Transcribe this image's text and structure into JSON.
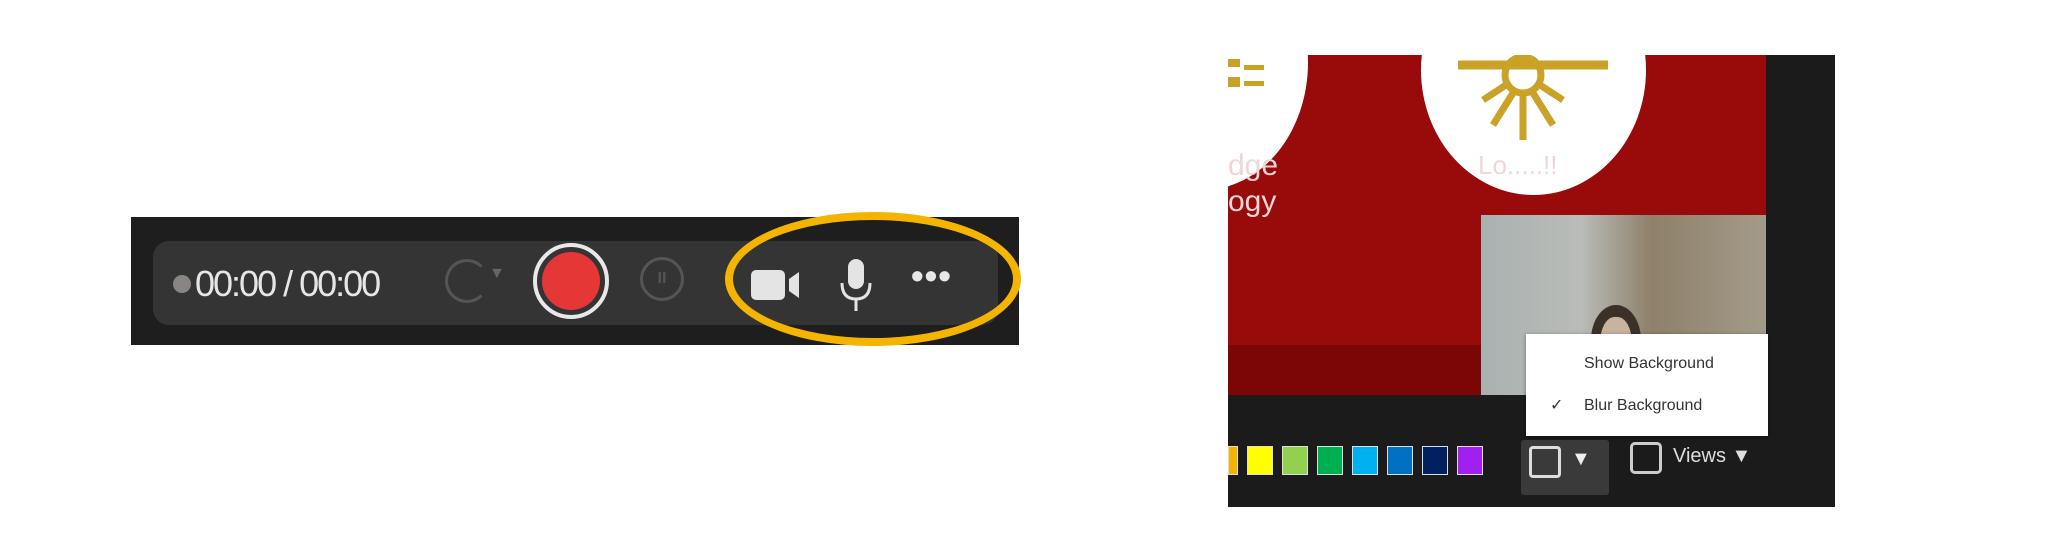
{
  "recorder": {
    "timer": "00:00 / 00:00",
    "icons": {
      "status": "status-dot-icon",
      "retake": "retake-icon",
      "record": "record-icon",
      "pause": "pause-icon",
      "camera": "camera-icon",
      "mic": "microphone-icon",
      "more": "more-icon"
    },
    "more_label": "•••",
    "highlight_color": "#f4b400",
    "record_color": "#e63737"
  },
  "preview": {
    "slide_text_left": [
      "dge",
      "ogy"
    ],
    "slide_text_center": "Lo.....!!",
    "background_menu": {
      "items": [
        {
          "label": "Show Background",
          "checked": false
        },
        {
          "label": "Blur Background",
          "checked": true
        }
      ],
      "check_mark": "✓"
    },
    "swatches": [
      "#f5b400",
      "#ffff00",
      "#92d050",
      "#00b050",
      "#00b0f0",
      "#0070c0",
      "#002060",
      "#a020f0"
    ],
    "views_label": "Views ▼",
    "bg_caret": "▼"
  }
}
